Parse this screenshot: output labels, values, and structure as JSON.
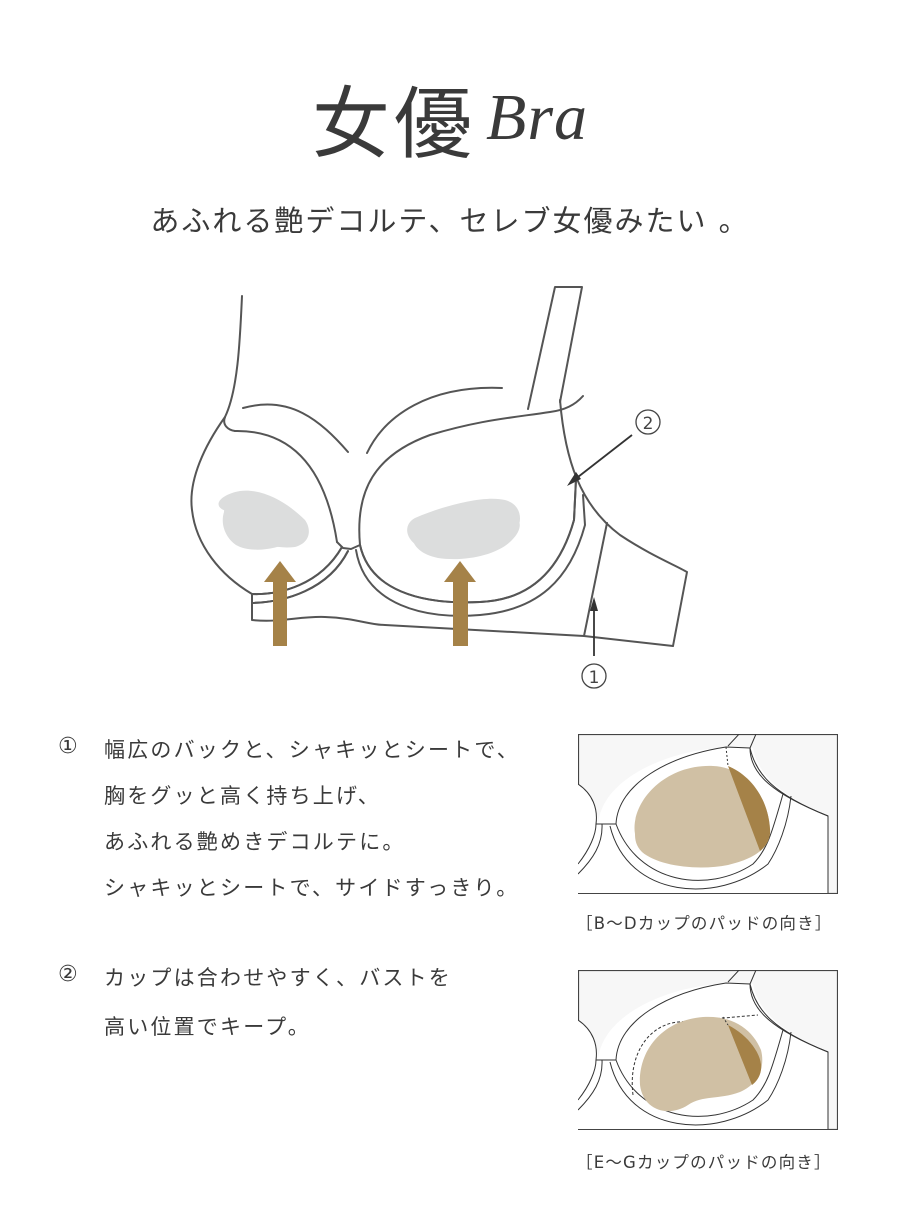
{
  "header": {
    "title_jp": "女優",
    "title_en": "Bra",
    "subtitle": "あふれる艶デコルテ、セレブ女優みたい 。"
  },
  "illustration": {
    "callouts": [
      {
        "number": "①",
        "target": "wide back band"
      },
      {
        "number": "②",
        "target": "cup"
      }
    ],
    "colors": {
      "outline": "#555555",
      "pad": "#dcdddd",
      "lift_arrow": "#a58248",
      "pointer_arrow": "#333333"
    }
  },
  "features": [
    {
      "number": "①",
      "lines": [
        "幅広のバックと、シャキッとシートで、",
        "胸をグッと高く持ち上げ、",
        "あふれる艶めきデコルテに。",
        "シャキッとシートで、サイドすっきり。"
      ]
    },
    {
      "number": "②",
      "lines": [
        "カップは合わせやすく、バストを",
        "高い位置でキープ。"
      ]
    }
  ],
  "pad_diagrams": [
    {
      "caption": "［B〜Dカップのパッドの向き］",
      "pad_color": "#d0c0a4",
      "accent_color": "#a58248"
    },
    {
      "caption": "［E〜Gカップのパッドの向き］",
      "pad_color": "#d0c0a4",
      "accent_color": "#a58248"
    }
  ]
}
